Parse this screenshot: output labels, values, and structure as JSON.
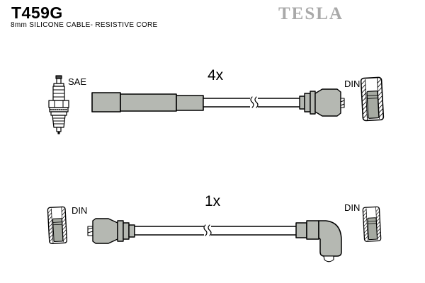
{
  "header": {
    "part_number": "T459G",
    "description": "8mm SILICONE CABLE- RESISTIVE CORE",
    "brand_logo": "TESLA"
  },
  "colors": {
    "background": "#ffffff",
    "line": "#000000",
    "boot_gray": "#b5b8b2",
    "terminal_gray": "#a6aaa2",
    "logo_gray": "#a9a9a9"
  },
  "icons": {
    "spark_plug": "spark-plug-icon",
    "din_terminal": "din-terminal-icon",
    "cable_break": "break-symbol"
  },
  "diagram": {
    "top_row": {
      "quantity": "4x",
      "left_connector_label": "SAE",
      "right_connector_label": "DIN"
    },
    "bottom_row": {
      "quantity": "1x",
      "left_connector_label": "DIN",
      "right_connector_label": "DIN"
    }
  }
}
